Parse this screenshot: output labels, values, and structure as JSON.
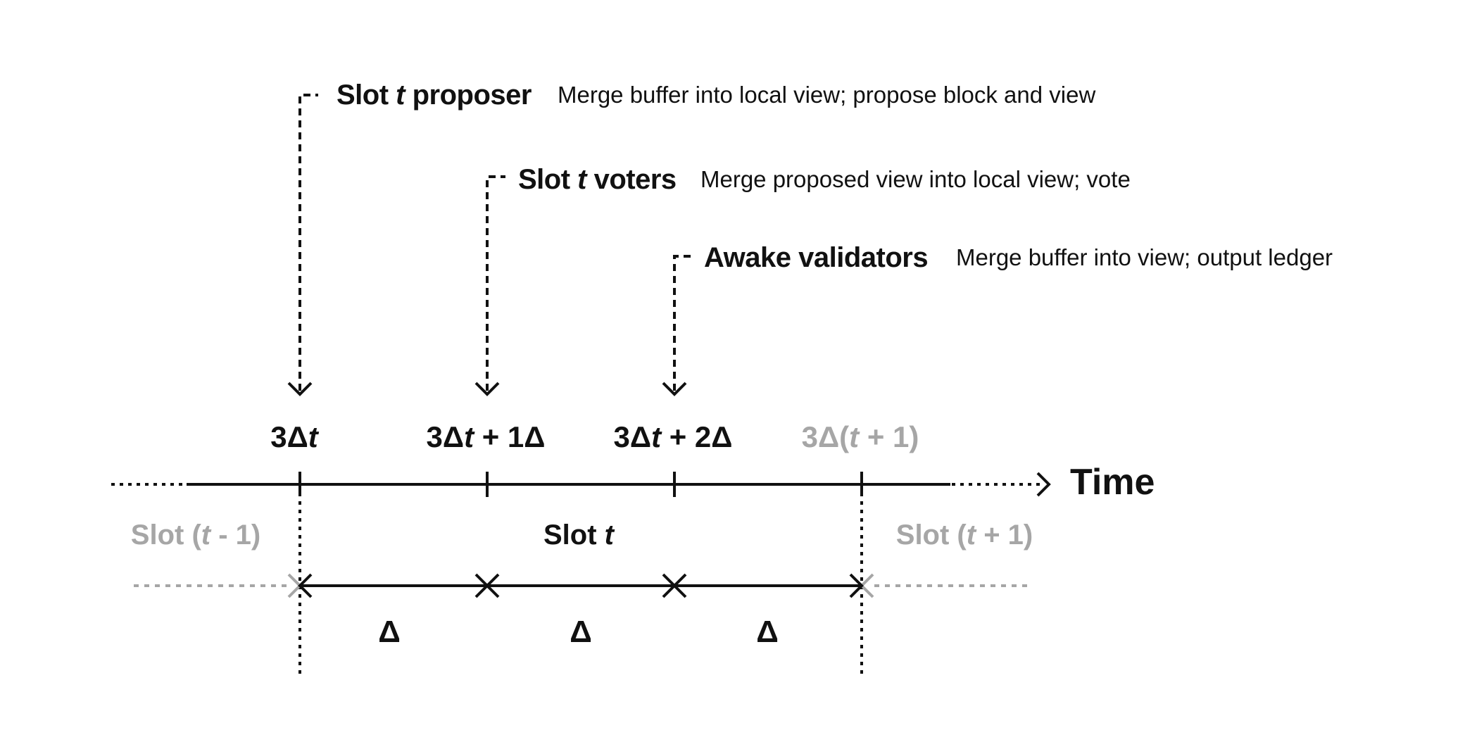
{
  "events": [
    {
      "role_pre": "Slot ",
      "role_var": "t",
      "role_post": " proposer",
      "description": "Merge buffer into local view; propose block and view"
    },
    {
      "role_pre": "Slot ",
      "role_var": "t",
      "role_post": " voters",
      "description": "Merge proposed view into local view; vote"
    },
    {
      "role_pre": "Awake validators",
      "role_var": "",
      "role_post": "",
      "description": "Merge buffer into view; output ledger"
    }
  ],
  "ticks": [
    {
      "pre": "3Δ",
      "var": "t",
      "post": "",
      "muted": false
    },
    {
      "pre": "3Δ",
      "var": "t",
      "post": " + 1Δ",
      "muted": false
    },
    {
      "pre": "3Δ",
      "var": "t",
      "post": " + 2Δ",
      "muted": false
    },
    {
      "pre": "3Δ(",
      "var": "t",
      "post": " + 1)",
      "muted": true
    }
  ],
  "axis_label": "Time",
  "slots": {
    "previous": {
      "pre": "Slot (",
      "var": "t",
      "post": " - 1)"
    },
    "current": {
      "pre": "Slot ",
      "var": "t",
      "post": ""
    },
    "next": {
      "pre": "Slot (",
      "var": "t",
      "post": " + 1)"
    }
  },
  "intervals": [
    "Δ",
    "Δ",
    "Δ"
  ],
  "colors": {
    "ink": "#111111",
    "muted": "#a6a6a6",
    "background": "#ffffff"
  }
}
